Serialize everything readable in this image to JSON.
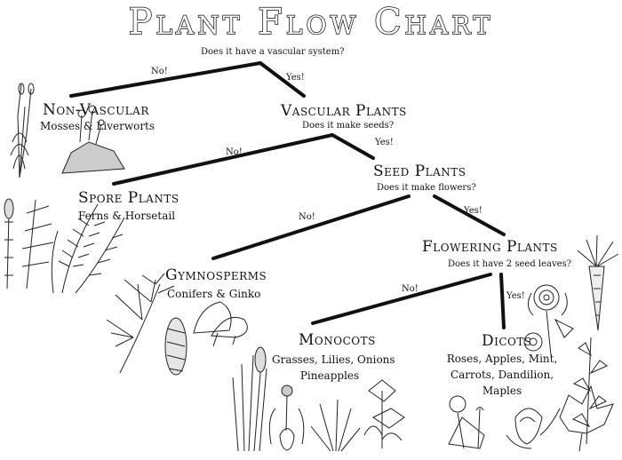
{
  "title": "Plant Flow Chart",
  "root": {
    "question": "Does it have a vascular system?",
    "no_label": "No!",
    "yes_label": "Yes!"
  },
  "non_vascular": {
    "name": "Non-Vascular",
    "examples": "Mosses  & Liverworts"
  },
  "vascular": {
    "name": "Vascular Plants",
    "question": "Does it make seeds?",
    "no_label": "No!",
    "yes_label": "Yes!"
  },
  "spore": {
    "name": "Spore Plants",
    "examples": "Ferns &   Horsetail"
  },
  "seed": {
    "name": "Seed Plants",
    "question": "Does it make flowers?",
    "no_label": "No!",
    "yes_label": "Yes!"
  },
  "gymnosperms": {
    "name": "Gymnosperms",
    "examples": "Conifers & Ginko"
  },
  "flowering": {
    "name": "Flowering Plants",
    "question": "Does it have 2 seed leaves?",
    "no_label": "No!",
    "yes_label": "Yes!"
  },
  "monocots": {
    "name": "Monocots",
    "examples_line1": "Grasses, Lilies, Onions",
    "examples_line2": "Pineapples"
  },
  "dicots": {
    "name": "Dicots",
    "examples_line1": "Roses, Apples, Mint,",
    "examples_line2": "Carrots, Dandilion,",
    "examples_line3": "Maples"
  },
  "illustrations": [
    "moss-sketch",
    "horsetail-sketch",
    "fern-sketch",
    "pine-branch-sketch",
    "ginkgo-leaf-sketch",
    "grass-sketch",
    "onion-sketch",
    "pineapple-sketch",
    "lily-sketch",
    "rose-sketch",
    "carrot-sketch",
    "mint-sketch",
    "dandelion-sketch",
    "apple-blossom-sketch",
    "maple-leaf-sketch"
  ],
  "colors": {
    "ink": "#111111",
    "background": "#ffffff"
  }
}
